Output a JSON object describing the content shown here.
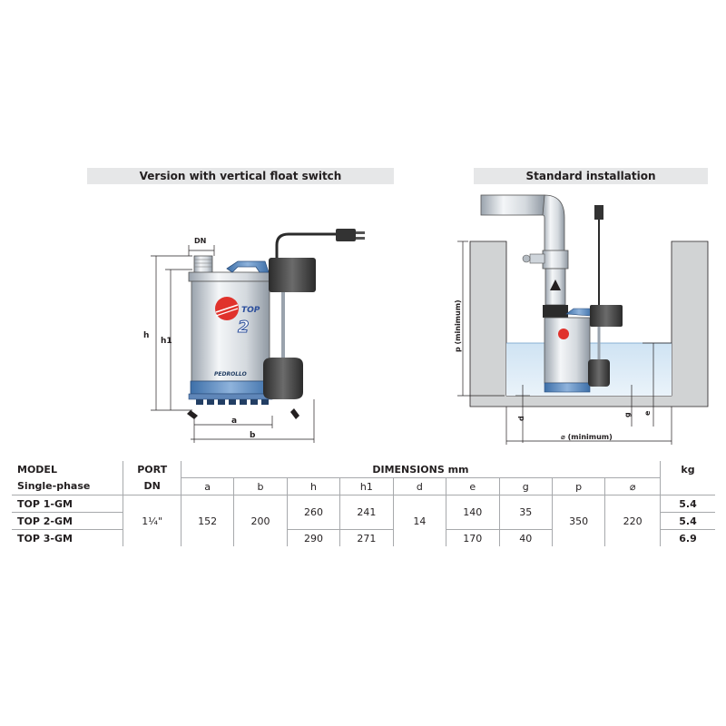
{
  "left_panel": {
    "title": "Version with vertical float switch",
    "dim_labels": {
      "dn": "DN",
      "h": "h",
      "h1": "h1",
      "a": "a",
      "b": "b"
    },
    "logo_text": "TOP",
    "logo_number": "2",
    "brand_text": "PEDROLLO"
  },
  "right_panel": {
    "title": "Standard installation",
    "dim_labels": {
      "p": "p (minimum)",
      "d": "d",
      "g": "g",
      "e": "e",
      "width": "⌀ (minimum)"
    }
  },
  "table": {
    "header1": {
      "model": "MODEL",
      "port": "PORT",
      "dimensions": "DIMENSIONS mm",
      "weight": "kg"
    },
    "header2": {
      "phase": "Single-phase",
      "dn": "DN",
      "cols": [
        "a",
        "b",
        "h",
        "h1",
        "d",
        "e",
        "g",
        "p",
        "⌀"
      ]
    },
    "shared": {
      "port": "1¼\"",
      "a": "152",
      "b": "200",
      "d": "14",
      "g_top": "35",
      "p": "350",
      "diam": "220"
    },
    "group_top": {
      "h": "260",
      "h1": "241",
      "e": "140",
      "g": "35"
    },
    "group_bottom": {
      "h": "290",
      "h1": "271",
      "e": "170",
      "g": "40"
    },
    "rows": [
      {
        "model": "TOP 1-GM",
        "kg": "5.4"
      },
      {
        "model": "TOP 2-GM",
        "kg": "5.4"
      },
      {
        "model": "TOP 3-GM",
        "kg": "6.9"
      }
    ]
  }
}
